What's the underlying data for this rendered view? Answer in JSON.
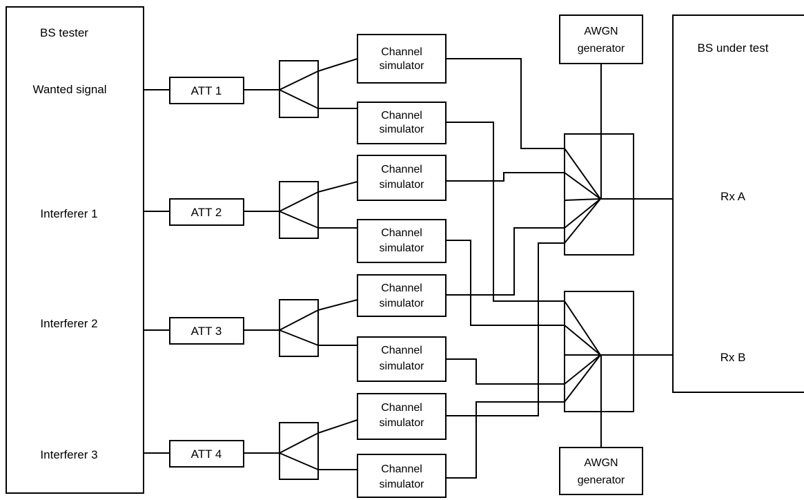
{
  "bs_tester": {
    "title": "BS tester",
    "signals": [
      "Wanted signal",
      "Interferer 1",
      "Interferer 2",
      "Interferer 3"
    ]
  },
  "attenuators": [
    "ATT 1",
    "ATT 2",
    "ATT 3",
    "ATT 4"
  ],
  "channel_simulator": {
    "line1": "Channel",
    "line2": "simulator"
  },
  "awgn_top": {
    "line1": "AWGN",
    "line2": "generator"
  },
  "awgn_bottom": {
    "line1": "AWGN",
    "line2": "generator"
  },
  "bs_under_test": {
    "title": "BS under test",
    "ports": [
      "Rx A",
      "Rx B"
    ]
  }
}
